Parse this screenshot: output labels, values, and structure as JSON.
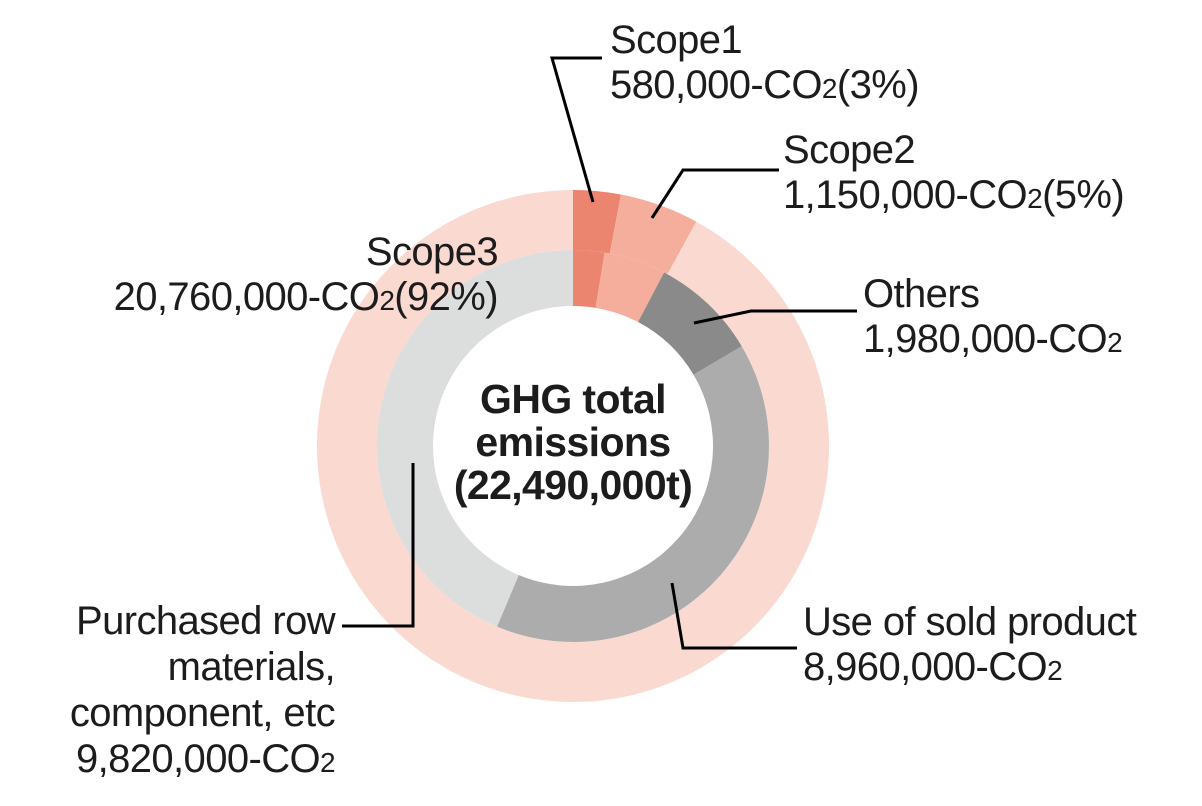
{
  "chart_data": {
    "type": "pie",
    "subtype": "double-ring-donut",
    "title": "GHG total emissions (22,490,000t)",
    "center_lines": [
      "GHG total",
      "emissions",
      "(22,490,000t)"
    ],
    "total_value": 22490000,
    "unit": "t-CO2",
    "legend_position": "none",
    "outer_ring": {
      "name": "Scopes",
      "segments": [
        {
          "label": "Scope1",
          "value": 580000,
          "percent": 3,
          "color": "#EB8570"
        },
        {
          "label": "Scope2",
          "value": 1150000,
          "percent": 5,
          "color": "#F4AE9B"
        },
        {
          "label": "Scope3",
          "value": 20760000,
          "percent": 92,
          "color": "#FADAD0"
        }
      ]
    },
    "inner_ring": {
      "name": "Scope3 breakdown",
      "segments": [
        {
          "label": "Scope1",
          "value": 580000,
          "color": "#EB8570"
        },
        {
          "label": "Scope2",
          "value": 1150000,
          "color": "#F4AE9B"
        },
        {
          "label": "Others",
          "value": 1980000,
          "color": "#8A8A8A"
        },
        {
          "label": "Use of sold product",
          "value": 8960000,
          "color": "#ACACAC"
        },
        {
          "label": "Purchased row materials, component, etc",
          "value": 9820000,
          "color": "#DCDDDD"
        }
      ]
    }
  },
  "callouts": {
    "scope1": {
      "title": "Scope1",
      "value_pre": "580,000-CO",
      "value_sub": "2",
      "value_post": "(3%)"
    },
    "scope2": {
      "title": "Scope2",
      "value_pre": "1,150,000-CO",
      "value_sub": "2",
      "value_post": "(5%)"
    },
    "scope3": {
      "title": "Scope3",
      "value_pre": "20,760,000-CO",
      "value_sub": "2",
      "value_post": "(92%)"
    },
    "others": {
      "title": "Others",
      "value_pre": "1,980,000-CO",
      "value_sub": "2",
      "value_post": ""
    },
    "use_of_sold_product": {
      "title": "Use of sold product",
      "value_pre": "8,960,000-CO",
      "value_sub": "2",
      "value_post": ""
    },
    "purchased": {
      "title_lines": [
        "Purchased row",
        "materials,",
        "component, etc"
      ],
      "value_pre": "9,820,000-CO",
      "value_sub": "2",
      "value_post": ""
    }
  }
}
